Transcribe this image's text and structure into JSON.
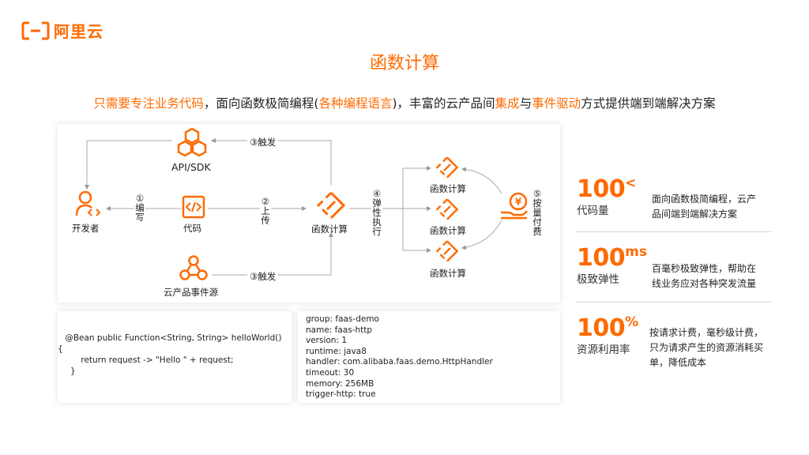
{
  "brand": {
    "logo_text": "阿里云",
    "accent": "#ff6a00"
  },
  "title": "函数计算",
  "subtitle": {
    "parts": [
      {
        "text": "只需要专注业务代码",
        "highlight": true
      },
      {
        "text": "，面向函数极简编程(",
        "highlight": false
      },
      {
        "text": "各种编程语言",
        "highlight": true
      },
      {
        "text": ")，丰富的云产品间",
        "highlight": false
      },
      {
        "text": "集成",
        "highlight": true
      },
      {
        "text": "与",
        "highlight": false
      },
      {
        "text": "事件驱动",
        "highlight": true
      },
      {
        "text": "方式提供端到端解决方案",
        "highlight": false
      }
    ]
  },
  "diagram": {
    "api_sdk": "API/SDK",
    "developer": "开发者",
    "code": "代码",
    "fc_center": "函数计算",
    "event_source": "云产品事件源",
    "trigger_top": "③触发",
    "trigger_bottom": "③触发",
    "step_write_num": "①",
    "step_write": "编写",
    "step_upload_num": "②",
    "step_upload": "上传",
    "step_elastic_num": "④",
    "step_elastic": "弹性执行",
    "step_pay_num": "⑤",
    "step_pay": "按量付费",
    "instances": [
      "函数计算",
      "函数计算",
      "函数计算"
    ]
  },
  "code_sample": {
    "line1": " @Bean public Function<String, String> helloWorld()",
    "line2": "{",
    "line3": "       return request -> \"Hello \" + request;",
    "line4": "   }"
  },
  "config": {
    "lines": [
      "group: faas-demo",
      "name: faas-http",
      "version: 1",
      "runtime: java8",
      "handler: com.alibaba.faas.demo.HttpHandler",
      "timeout:  30",
      "memory: 256MB",
      "trigger-http: true"
    ]
  },
  "stats": [
    {
      "value": "100",
      "sup": "<",
      "label": "代码量",
      "desc": [
        "面向函数极简编程，云产",
        "品间端到端解决方案"
      ]
    },
    {
      "value": "100",
      "sup": "ms",
      "label": "极致弹性",
      "desc": [
        "百毫秒极致弹性，帮助在",
        "线业务应对各种突发流量"
      ]
    },
    {
      "value": "100",
      "sup": "%",
      "label": "资源利用率",
      "desc": [
        "按请求计费，毫秒级计费，",
        "只为请求产生的资源消耗买",
        "单，降低成本"
      ]
    }
  ],
  "icons": {
    "logo": "aliyun-logo-icon",
    "api": "hexagon-cluster-icon",
    "developer": "developer-person-icon",
    "code": "code-window-icon",
    "fc": "function-compute-icon",
    "event": "event-source-icon",
    "pay": "hand-coin-icon"
  }
}
